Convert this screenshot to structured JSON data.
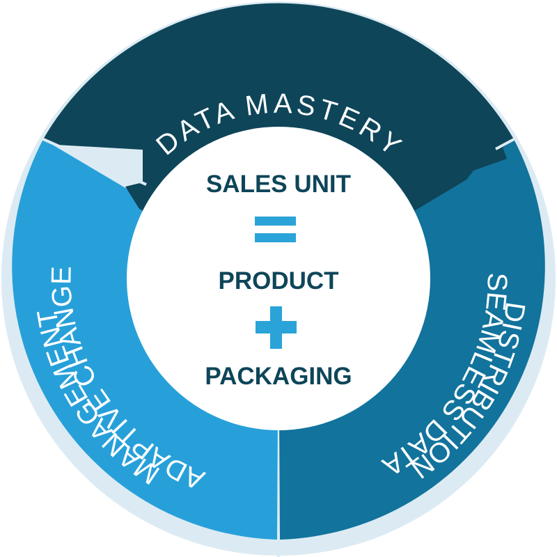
{
  "segments": {
    "top": {
      "label": "DATA MASTERY",
      "color": "#0e4559"
    },
    "left": {
      "line1": "ADAPTIVE CHANGE",
      "line2": "MANAGEMENT",
      "color": "#27a0da"
    },
    "right": {
      "line1": "SEAMLESS DATA",
      "line2": "DISTRIBUTION",
      "color": "#12739c"
    }
  },
  "center": {
    "line1": "SALES UNIT",
    "operator1": "equals",
    "line2": "PRODUCT",
    "operator2": "plus",
    "line3": "PACKAGING",
    "text_color": "#0e4559",
    "operator_color": "#2aa3d8"
  },
  "colors": {
    "outer_ring": "#dcebf3",
    "center_fill": "#ffffff",
    "ring_text": "#ffffff"
  }
}
